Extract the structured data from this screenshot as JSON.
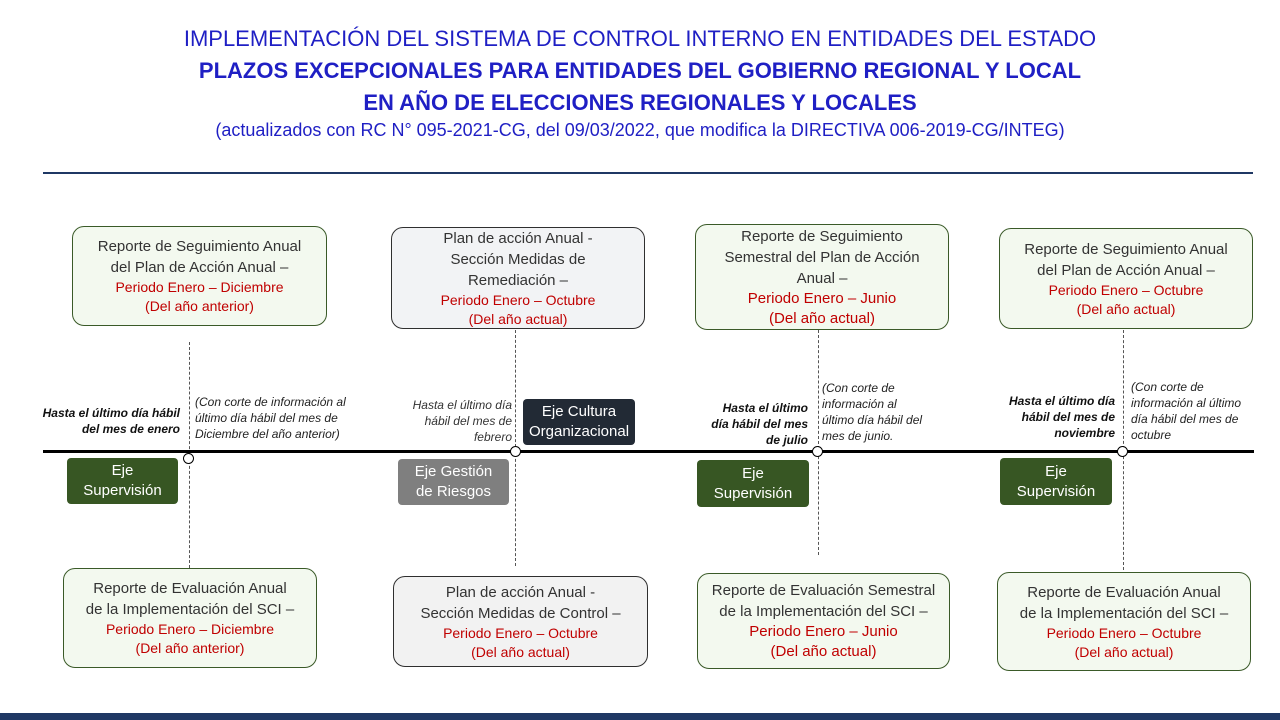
{
  "header": {
    "line1": "IMPLEMENTACIÓN DEL SISTEMA DE CONTROL INTERNO EN ENTIDADES DEL ESTADO",
    "line2": "PLAZOS EXCEPCIONALES PARA ENTIDADES DEL GOBIERNO REGIONAL Y LOCAL",
    "line3": "EN AÑO DE ELECCIONES REGIONALES Y LOCALES",
    "line4": "(actualizados con RC N° 095-2021-CG, del 09/03/2022, que modifica la DIRECTIVA 006-2019-CG/INTEG)"
  },
  "top_boxes": [
    {
      "l1": "Reporte de Seguimiento Anual",
      "l2": "del Plan de Acción Anual –",
      "r1": "Periodo Enero – Diciembre",
      "r2": "(Del año anterior)"
    },
    {
      "l1": "Plan de acción Anual -",
      "l2": "Sección Medidas de",
      "l3": "Remediación –",
      "r1": "Periodo Enero – Octubre",
      "r2": "(Del año actual)"
    },
    {
      "l1": "Reporte de Seguimiento",
      "l2": "Semestral del Plan de Acción",
      "l3": "Anual –",
      "r1": "Periodo Enero – Junio",
      "r2": "(Del año actual)"
    },
    {
      "l1": "Reporte de Seguimiento Anual",
      "l2": "del Plan de Acción Anual –",
      "r1": "Periodo Enero – Octubre",
      "r2": "(Del año actual)"
    }
  ],
  "bottom_boxes": [
    {
      "l1": "Reporte de Evaluación Anual",
      "l2": "de la Implementación del SCI –",
      "r1": "Periodo Enero – Diciembre",
      "r2": "(Del año anterior)"
    },
    {
      "l1": "Plan de acción Anual  -",
      "l2": "Sección Medidas de Control –",
      "r1": "Periodo Enero – Octubre",
      "r2": "(Del año actual)"
    },
    {
      "l1": "Reporte de Evaluación Semestral",
      "l2": "de la Implementación del SCI –",
      "r1": "Periodo Enero – Junio",
      "r2": "(Del año actual)"
    },
    {
      "l1": "Reporte de Evaluación Anual",
      "l2": "de la Implementación del SCI –",
      "r1": "Periodo Enero – Octubre",
      "r2": "(Del año actual)"
    }
  ],
  "deadlines": [
    {
      "l1": "Hasta el último día hábil",
      "l2": "del mes de enero"
    },
    {
      "l1": "Hasta el último día",
      "l2": "hábil del mes de",
      "l3": "febrero"
    },
    {
      "l1": "Hasta el último",
      "l2": "día hábil del mes",
      "l3": "de julio"
    },
    {
      "l1": "Hasta el último día",
      "l2": "hábil del mes de",
      "l3": "noviembre"
    }
  ],
  "cutoffs": [
    {
      "l1": "(Con corte de información al",
      "l2": "último día hábil del mes de",
      "l3": "Diciembre del año anterior)"
    },
    {
      "l1": "(Con corte de",
      "l2": "información al",
      "l3": "último día hábil del",
      "l4": "mes de junio."
    },
    {
      "l1": "(Con corte de",
      "l2": "información al último",
      "l3": "día hábil del mes de",
      "l4": "octubre"
    }
  ],
  "ejes": {
    "supervision1": {
      "l1": "Eje",
      "l2": "Supervisión"
    },
    "riesgos": {
      "l1": "Eje Gestión",
      "l2": "de Riesgos"
    },
    "cultura": {
      "l1": "Eje Cultura",
      "l2": "Organizacional"
    },
    "supervision2": {
      "l1": "Eje",
      "l2": "Supervisión"
    },
    "supervision3": {
      "l1": "Eje",
      "l2": "Supervisión"
    }
  }
}
